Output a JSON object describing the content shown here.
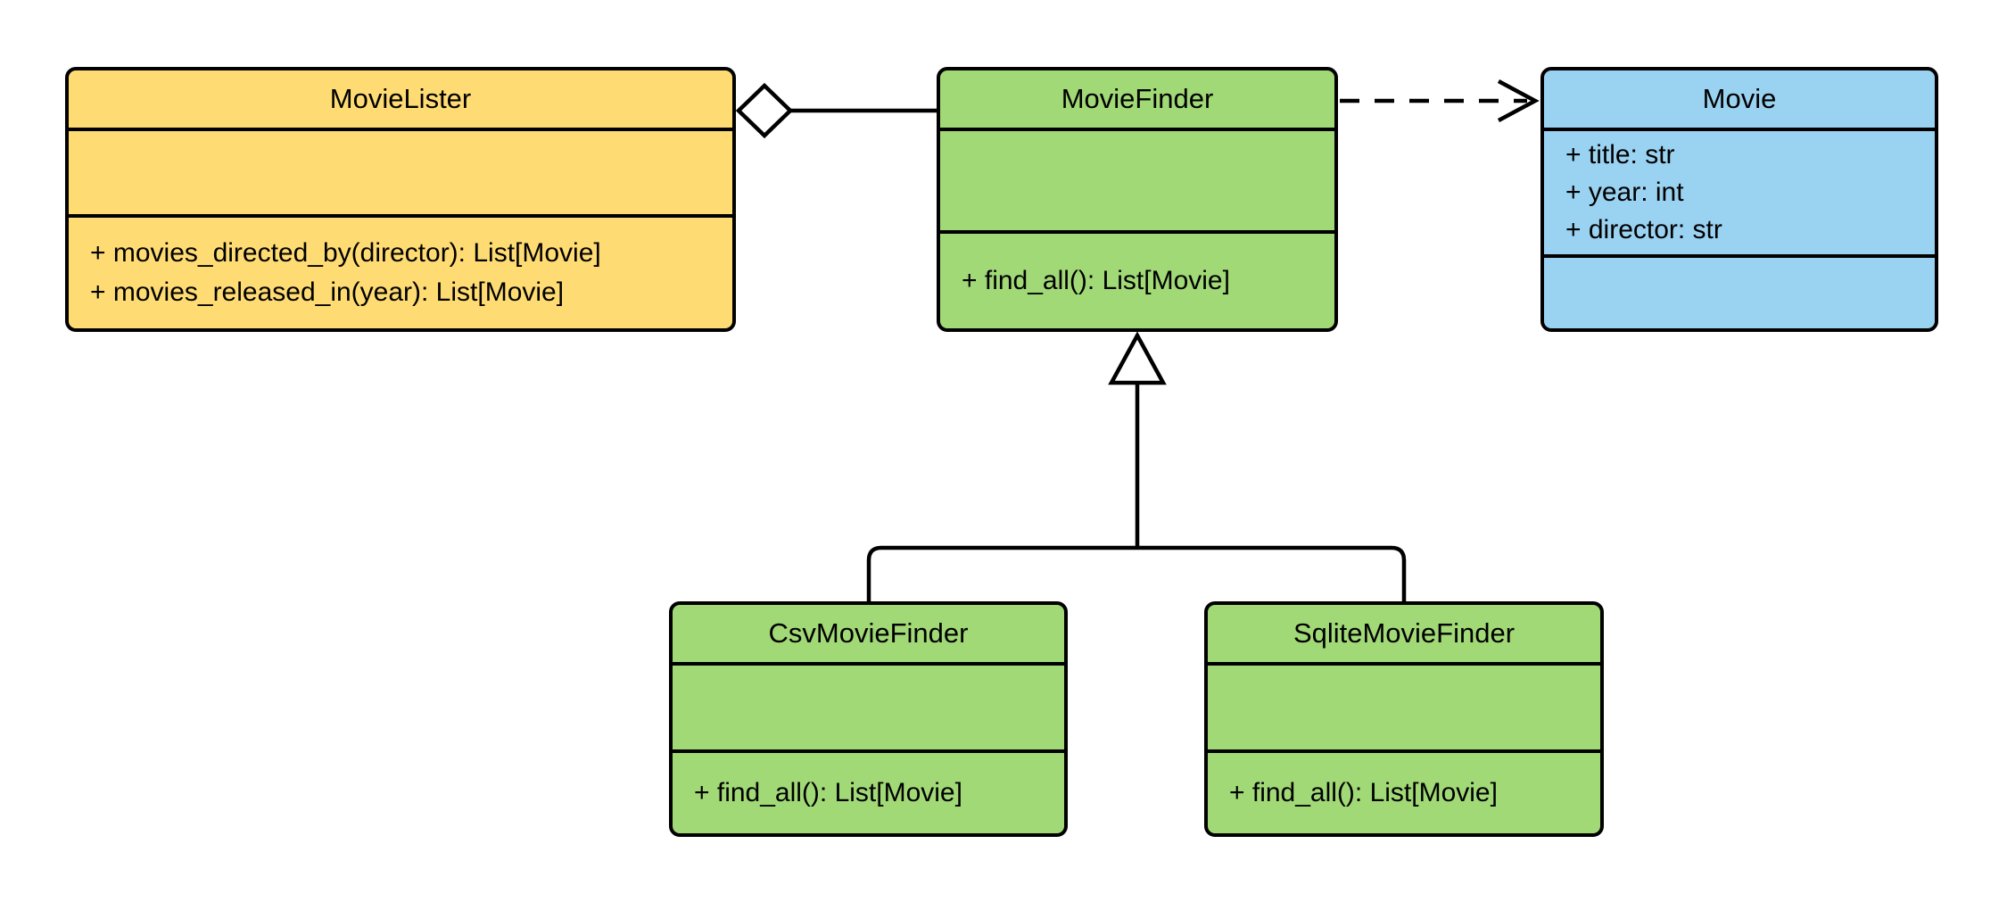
{
  "diagram": {
    "type": "uml-class-diagram",
    "background": "#FFFFFF",
    "line_color": "#000000",
    "classes": [
      {
        "name": "MovieLister",
        "fill": "#FFDC73",
        "attributes": [],
        "methods": [
          "+ movies_directed_by(director): List[Movie]",
          "+ movies_released_in(year): List[Movie]"
        ]
      },
      {
        "name": "MovieFinder",
        "fill": "#A2D977",
        "attributes": [],
        "methods": [
          "+ find_all(): List[Movie]"
        ]
      },
      {
        "name": "Movie",
        "fill": "#9AD2F1",
        "attributes": [
          "+ title: str",
          "+ year: int",
          "+ director: str"
        ],
        "methods": []
      },
      {
        "name": "CsvMovieFinder",
        "fill": "#A2D977",
        "attributes": [],
        "methods": [
          "+ find_all(): List[Movie]"
        ]
      },
      {
        "name": "SqliteMovieFinder",
        "fill": "#A2D977",
        "attributes": [],
        "methods": [
          "+ find_all(): List[Movie]"
        ]
      }
    ],
    "relationships": [
      {
        "type": "aggregation",
        "source": "MovieLister",
        "target": "MovieFinder"
      },
      {
        "type": "dependency",
        "source": "MovieFinder",
        "target": "Movie"
      },
      {
        "type": "generalization",
        "source": "CsvMovieFinder",
        "target": "MovieFinder"
      },
      {
        "type": "generalization",
        "source": "SqliteMovieFinder",
        "target": "MovieFinder"
      }
    ]
  }
}
